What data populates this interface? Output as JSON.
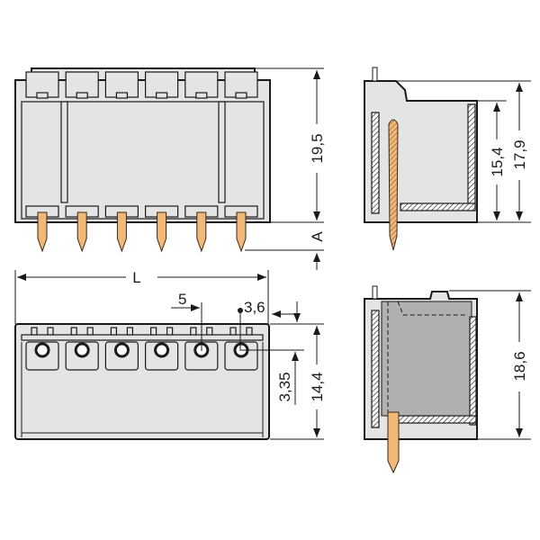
{
  "dimensions": {
    "front_height": "19,5",
    "pin_length": "A",
    "overall_length": "L",
    "pitch": "5",
    "end_offset": "3,6",
    "pin_row_offset": "3,35",
    "top_view_depth": "14,4",
    "side_inner_height": "15,4",
    "side_height": "17,9",
    "section_height": "18,6"
  },
  "colors": {
    "pin": "#f2b877",
    "housing": "#e4e4e4",
    "section_gray": "#b0b0b0"
  },
  "pin_count": 6
}
